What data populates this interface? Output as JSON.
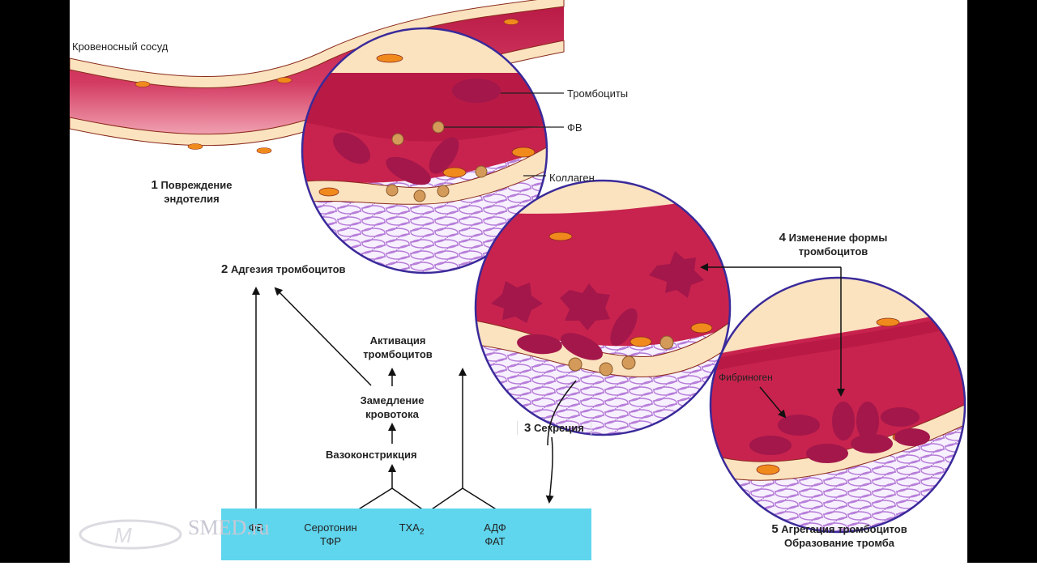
{
  "labels": {
    "vessel": "Кровеносный  сосуд",
    "platelets": "Тромбоциты",
    "vwf": "ФВ",
    "collagen": "Коллаген",
    "step1_num": "1",
    "step1_line1": "Повреждение",
    "step1_line2": "эндотелия",
    "step2_num": "2",
    "step2_text": "Адгезия тромбоцитов",
    "step3_num": "3",
    "step3_text": "Секреция",
    "step4_num": "4",
    "step4_line1": "Изменение формы",
    "step4_line2": "тромбоцитов",
    "step5_num": "5",
    "step5_line1": "Агрегация тромбоцитов",
    "step5_line2": "Образование тромба",
    "activation_line1": "Активация",
    "activation_line2": "тромбоцитов",
    "slowing_line1": "Замедление",
    "slowing_line2": "кровотока",
    "vasoconstriction": "Вазоконстрикция",
    "fibrinogen": "Фибриноген"
  },
  "box": {
    "vwf": "ФВ",
    "serotonin_line1": "Серотонин",
    "serotonin_line2": "ТФР",
    "txa": "ТХА",
    "txa_sub": "2",
    "adp_line1": "АДФ",
    "adp_line2": "ФАТ"
  },
  "watermark": "SMED.ru",
  "colors": {
    "blood": "#c8234e",
    "blood_light": "#e3577c",
    "vessel_wall": "#fbe3c0",
    "nucleus": "#f08a1c",
    "platelet": "#a3174b",
    "circle_border": "#3a2a9a",
    "collagen": "#b57bd8",
    "box": "#5fd6ee"
  }
}
